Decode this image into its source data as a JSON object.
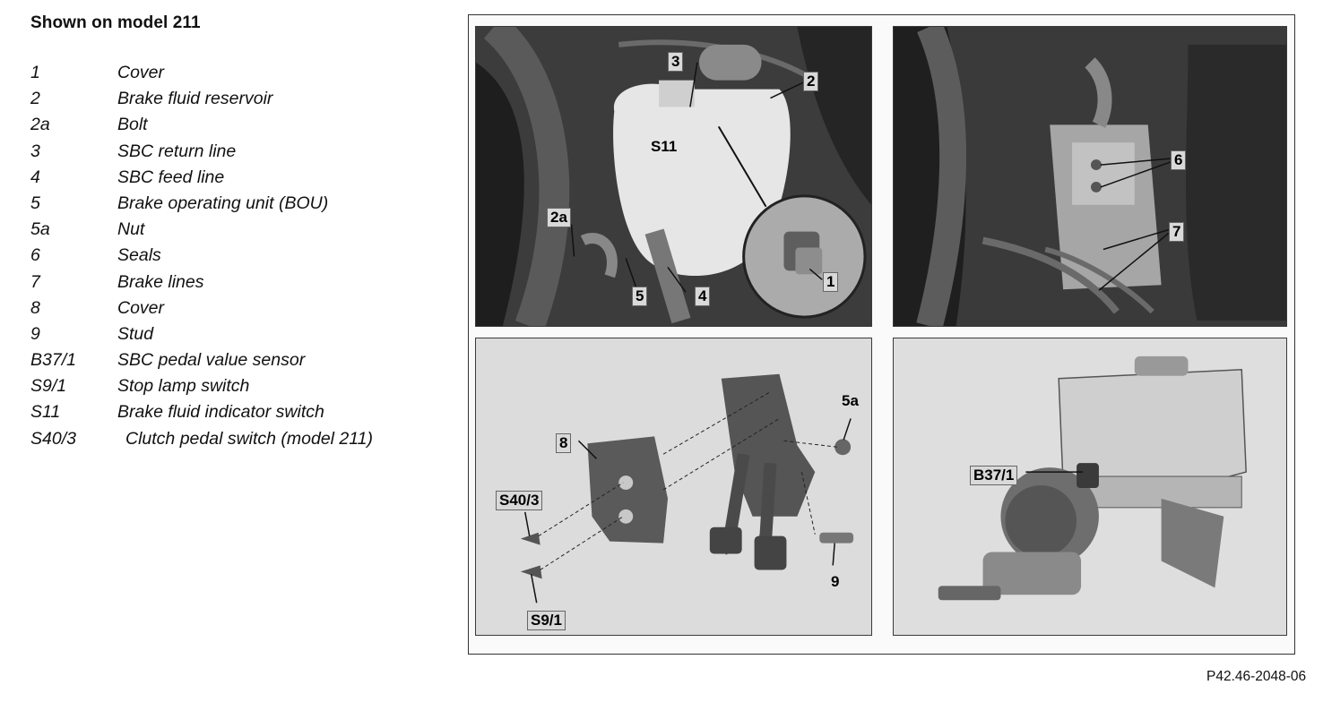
{
  "heading": "Shown on model 211",
  "legend": [
    {
      "key": "1",
      "desc": "Cover"
    },
    {
      "key": "2",
      "desc": "Brake fluid reservoir"
    },
    {
      "key": "2a",
      "desc": "Bolt"
    },
    {
      "key": "3",
      "desc": "SBC return line"
    },
    {
      "key": "4",
      "desc": "SBC feed line"
    },
    {
      "key": "5",
      "desc": "Brake operating unit (BOU)"
    },
    {
      "key": "5a",
      "desc": "Nut"
    },
    {
      "key": "6",
      "desc": "Seals"
    },
    {
      "key": "7",
      "desc": "Brake lines"
    },
    {
      "key": "8",
      "desc": "Cover"
    },
    {
      "key": "9",
      "desc": "Stud"
    },
    {
      "key": "B37/1",
      "desc": "SBC pedal value sensor"
    },
    {
      "key": "S9/1",
      "desc": "Stop lamp switch"
    },
    {
      "key": "S11",
      "desc": "Brake fluid indicator switch"
    },
    {
      "key": "S40/3",
      "desc": "Clutch pedal switch (model 211)"
    }
  ],
  "callouts": {
    "p1": {
      "c3": "3",
      "c2": "2",
      "cS11": "S11",
      "c2a": "2a",
      "c1": "1",
      "c5": "5",
      "c4": "4"
    },
    "p2": {
      "c6": "6",
      "c7": "7"
    },
    "p3": {
      "c8": "8",
      "c5a": "5a",
      "cS40": "S40/3",
      "c9": "9",
      "cS9": "S9/1"
    },
    "p4": {
      "cB37": "B37/1"
    }
  },
  "reference": "P42.46-2048-06"
}
